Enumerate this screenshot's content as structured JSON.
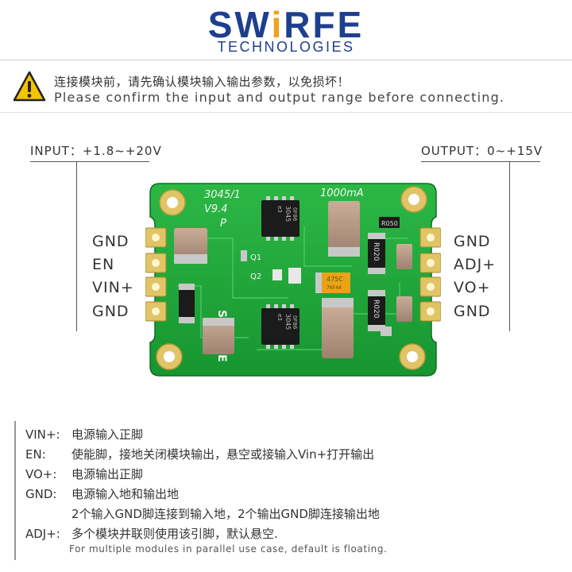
{
  "logo": {
    "main_pre": "SW",
    "main_accent": "i",
    "main_post": "RFE",
    "sub": "TECHNOLOGIES",
    "colors": {
      "blue": "#1e3f8f",
      "orange": "#f2a01d"
    }
  },
  "warning": {
    "icon": "warning-triangle-icon",
    "zh": "连接模块前，请先确认模块输入输出参数，以免损坏！",
    "en": "Please confirm the input and output range before connecting."
  },
  "io": {
    "input": "INPUT：+1.8~+20V",
    "output": "OUTPUT：0~+15V"
  },
  "pins_left": [
    "GND",
    "EN",
    "VIN+",
    "GND"
  ],
  "pins_right": [
    "GND",
    "ADJ+",
    "VO+",
    "GND"
  ],
  "board": {
    "label_top": "3045/1",
    "label_ver": "V9.4",
    "label_p": "P",
    "label_current": "1000mA",
    "silk_brand": "SWIRFE",
    "chip1_line1": "3045",
    "chip1_line2": "e3",
    "chip1_line3": "0F86",
    "chip2_line1": "3045",
    "chip2_line2": "e3",
    "chip2_line3": "0F86",
    "res1": "R020",
    "res2": "R020",
    "res_top": "R050",
    "tant_line1": "475C",
    "tant_line2": "7KF44",
    "q1": "Q1",
    "q2": "Q2",
    "colors": {
      "pcb": "#1fa53a",
      "pad": "#e0c466",
      "chip": "#1b1b1b",
      "cap": "#b89a85"
    }
  },
  "legend": [
    {
      "key": "VIN+:",
      "value": "电源输入正脚"
    },
    {
      "key": "EN:",
      "value": "使能脚，接地关闭模块输出，悬空或接输入Vin+打开输出"
    },
    {
      "key": "VO+:",
      "value": "电源输出正脚"
    },
    {
      "key": "GND:",
      "value": "电源输入地和输出地"
    },
    {
      "key": "",
      "value": "2个输入GND脚连接到输入地，2个输出GND脚连接输出地"
    },
    {
      "key": "ADJ+:",
      "value": "多个模块并联则使用该引脚，默认悬空."
    }
  ],
  "legend_note": "For multiple modules in parallel use case, default is floating."
}
